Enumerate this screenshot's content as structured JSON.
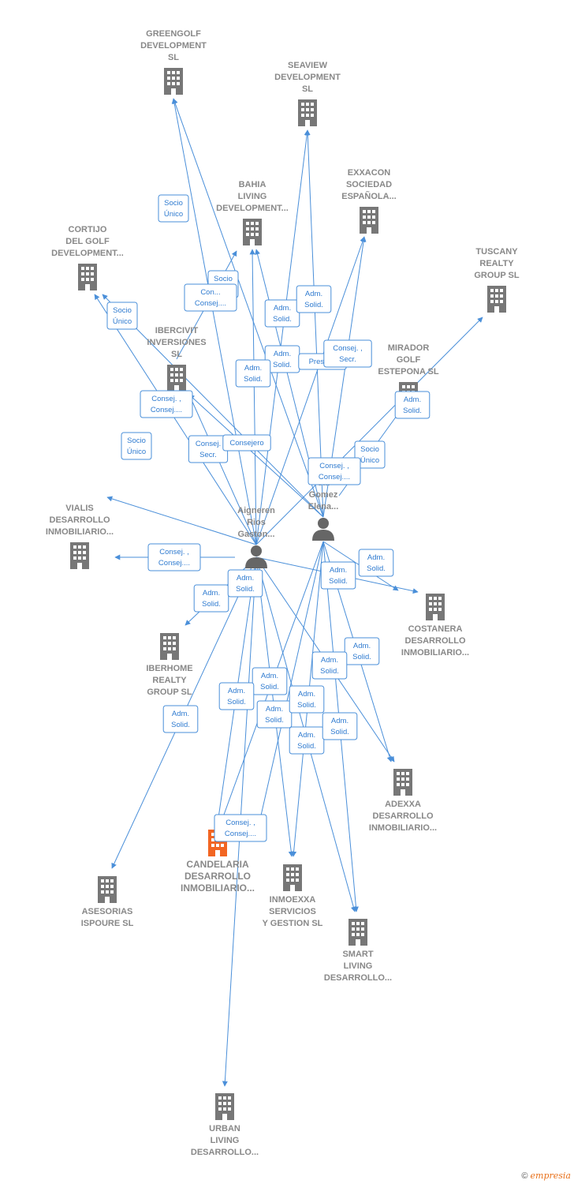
{
  "colors": {
    "edge": "#4a8fd9",
    "building": "#777777",
    "highlight": "#f26522",
    "person": "#666666"
  },
  "nodes": [
    {
      "id": "greengolf",
      "type": "company",
      "label": [
        "GREENGOLF",
        "DEVELOPMENT",
        "SL"
      ]
    },
    {
      "id": "seaview",
      "type": "company",
      "label": [
        "SEAVIEW",
        "DEVELOPMENT",
        "SL"
      ]
    },
    {
      "id": "exxacon",
      "type": "company",
      "label": [
        "EXXACON",
        "SOCIEDAD",
        "ESPAÑOLA..."
      ]
    },
    {
      "id": "bahia",
      "type": "company",
      "label": [
        "BAHIA",
        "LIVING",
        "DEVELOPMENT..."
      ]
    },
    {
      "id": "cortijo",
      "type": "company",
      "label": [
        "CORTIJO",
        "DEL GOLF",
        "DEVELOPMENT..."
      ]
    },
    {
      "id": "tuscany",
      "type": "company",
      "label": [
        "TUSCANY",
        "REALTY",
        "GROUP SL"
      ]
    },
    {
      "id": "ibercivit",
      "type": "company",
      "label": [
        "IBERCIVIT",
        "INVERSIONES",
        "SL"
      ]
    },
    {
      "id": "mirador",
      "type": "company",
      "label": [
        "MIRADOR",
        "GOLF",
        "ESTEPONA SL"
      ]
    },
    {
      "id": "vialis",
      "type": "company",
      "label": [
        "VIALIS",
        "DESARROLLO",
        "INMOBILIARIO..."
      ]
    },
    {
      "id": "aigneren",
      "type": "person",
      "label": [
        "Aigneren",
        "Rios",
        "Gaston..."
      ]
    },
    {
      "id": "gomez",
      "type": "person",
      "label": [
        "C...",
        "Gomez",
        "Elena..."
      ]
    },
    {
      "id": "costanera",
      "type": "company",
      "label": [
        "COSTANERA",
        "DESARROLLO",
        "INMOBILIARIO..."
      ]
    },
    {
      "id": "iberhome",
      "type": "company",
      "label": [
        "IBERHOME",
        "REALTY",
        "GROUP SL"
      ]
    },
    {
      "id": "adexxa",
      "type": "company",
      "label": [
        "ADEXXA",
        "DESARROLLO",
        "INMOBILIARIO..."
      ]
    },
    {
      "id": "candelaria",
      "type": "company-highlight",
      "label": [
        "CANDELARIA",
        "DESARROLLO",
        "INMOBILIARIO..."
      ]
    },
    {
      "id": "asesorias",
      "type": "company",
      "label": [
        "ASESORIAS",
        "ISPOURE SL"
      ]
    },
    {
      "id": "inmoexxa",
      "type": "company",
      "label": [
        "INMOEXXA",
        "SERVICIOS",
        "Y GESTION SL"
      ]
    },
    {
      "id": "smart",
      "type": "company",
      "label": [
        "SMART",
        "LIVING",
        "DESARROLLO..."
      ]
    },
    {
      "id": "urban",
      "type": "company",
      "label": [
        "URBAN",
        "LIVING",
        "DESARROLLO..."
      ]
    }
  ],
  "edge_labels": [
    [
      "Socio",
      "Único"
    ],
    [
      "Socio",
      "Único"
    ],
    [
      "Con...",
      "Consej...."
    ],
    [
      "Socio",
      "Único"
    ],
    [
      "Adm.",
      "Solid."
    ],
    [
      "Adm.",
      "Solid."
    ],
    [
      "Adm.",
      "Solid."
    ],
    [
      "Adm.",
      "Solid."
    ],
    [
      "Presid..."
    ],
    [
      "Consej. ,",
      "Secr."
    ],
    [
      "Consej. ,",
      "Consej...."
    ],
    [
      "Adm.",
      "Solid."
    ],
    [
      "Socio",
      "Único"
    ],
    [
      "Consej.",
      "Secr."
    ],
    [
      "Consejero"
    ],
    [
      "Socio",
      "Único"
    ],
    [
      "Consej. ,",
      "Consej...."
    ],
    [
      "Consej. ,",
      "Consej...."
    ],
    [
      "Adm.",
      "Solid."
    ],
    [
      "Adm.",
      "Solid."
    ],
    [
      "Adm.",
      "Solid."
    ],
    [
      "Adm.",
      "Solid."
    ],
    [
      "Adm.",
      "Solid."
    ],
    [
      "Adm.",
      "Solid."
    ],
    [
      "Adm.",
      "Solid."
    ],
    [
      "Adm.",
      "Solid."
    ],
    [
      "Adm.",
      "Solid."
    ],
    [
      "Adm.",
      "Solid."
    ],
    [
      "Adm.",
      "Solid."
    ],
    [
      "Adm.",
      "Solid."
    ],
    [
      "Adm.",
      "Solid."
    ],
    [
      "Consej. ,",
      "Consej...."
    ]
  ],
  "footer": {
    "copyright": "©",
    "brand": "empresia"
  }
}
